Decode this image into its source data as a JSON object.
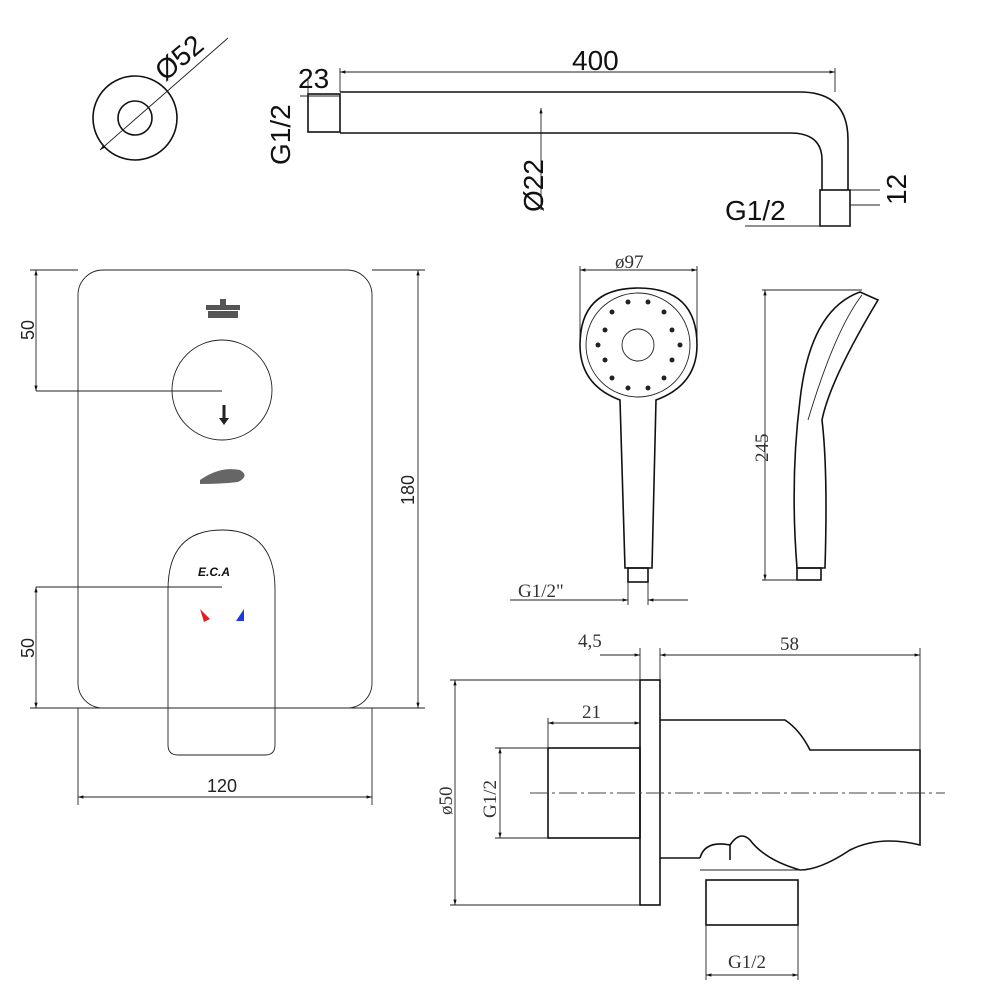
{
  "flange": {
    "diameter": "Ø52"
  },
  "shower_arm": {
    "length": "400",
    "thread_length": "23",
    "inlet_thread": "G1/2",
    "pipe_diameter": "Ø22",
    "outlet_thread": "G1/2",
    "outlet_length": "12"
  },
  "mixer": {
    "top_offset": "50",
    "height": "180",
    "bottom_offset": "50",
    "width": "120",
    "logo": "E.C.A"
  },
  "hand_shower": {
    "head_diameter": "ø97",
    "length": "245",
    "thread": "G1/2\""
  },
  "wall_outlet": {
    "plate_thickness": "4,5",
    "depth": "58",
    "thread_length": "21",
    "plate_diameter": "ø50",
    "inlet_thread": "G1/2",
    "outlet_thread": "G1/2"
  },
  "colors": {
    "hot": "#e02020",
    "cold": "#1a3adf",
    "icon": "#555555"
  }
}
